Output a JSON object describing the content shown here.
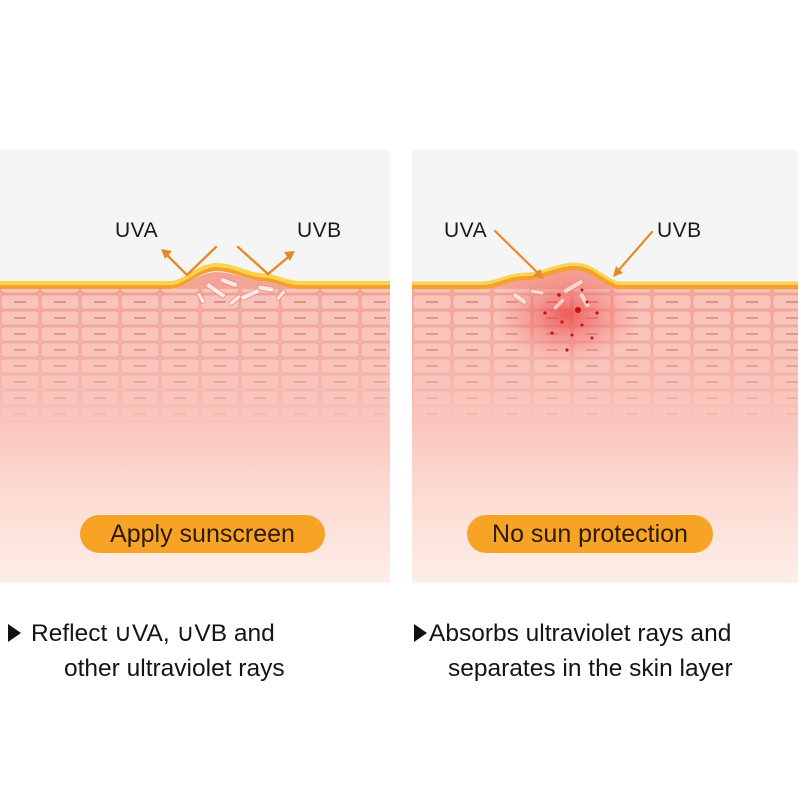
{
  "panels": [
    {
      "id": "left",
      "uva_label": "UVA",
      "uvb_label": "UVB",
      "badge": "Apply sunscreen",
      "ray_behavior": "reflected",
      "caption_line1": "Reflect ∪VA, ∪VB and",
      "caption_line2": "other ultraviolet rays"
    },
    {
      "id": "right",
      "uva_label": "UVA",
      "uvb_label": "UVB",
      "badge": "No sun protection",
      "ray_behavior": "absorbed",
      "caption_line1": "Absorbs ultraviolet rays and",
      "caption_line2": "separates in the skin layer"
    }
  ],
  "colors": {
    "background": "#ffffff",
    "panel_sky": "#f5f5f5",
    "skin_surface_yellow": "#f9d44a",
    "skin_surface_orange": "#f4a030",
    "skin_top": "#f3a294",
    "skin_bottom": "#fdeee6",
    "arrow": "#e58a2a",
    "badge": "#f7a325",
    "damage_dot": "#c0141a"
  }
}
